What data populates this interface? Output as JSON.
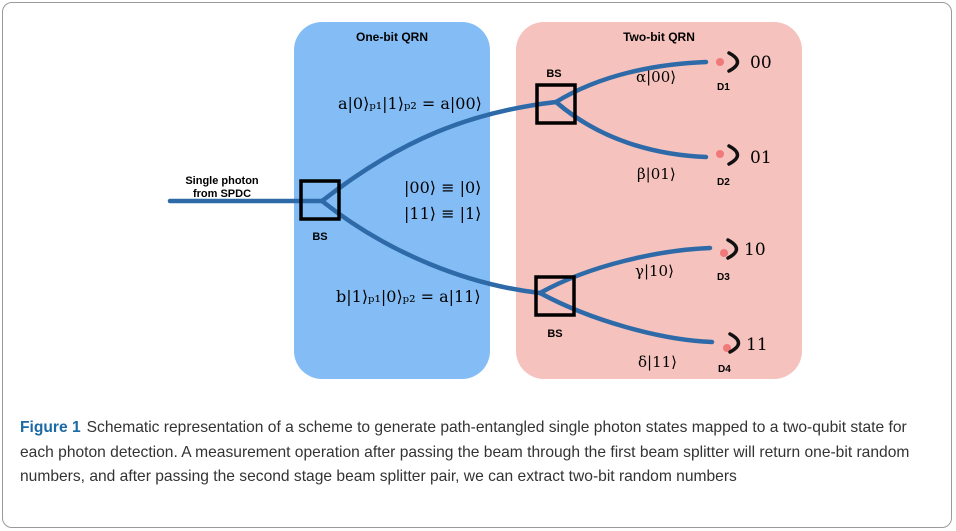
{
  "colors": {
    "blue_panel": "#84bdf5",
    "pink_panel": "#f5c2bd",
    "beam": "#2e6aa8",
    "detector": "#111111",
    "detector_dot": "#f07a7a",
    "caption_label": "#1b6aa5"
  },
  "panels": {
    "one_bit_title": "One-bit QRN",
    "two_bit_title": "Two-bit QRN"
  },
  "source": {
    "line1": "Single photon",
    "line2": "from SPDC"
  },
  "beam_splitters": [
    {
      "id": "bs1",
      "label": "BS"
    },
    {
      "id": "bs2",
      "label": "BS"
    },
    {
      "id": "bs3",
      "label": "BS"
    }
  ],
  "equations": {
    "upper": "a|0⟩ₚ₁|1⟩ₚ₂ = a|00⟩",
    "lower": "b|1⟩ₚ₁|0⟩ₚ₂ = a|11⟩",
    "equiv_00": "|00⟩ ≡ |0⟩",
    "equiv_11": "|11⟩ ≡ |1⟩"
  },
  "outputs": [
    {
      "amp": "α|00⟩",
      "detector": "D1",
      "bits": "00"
    },
    {
      "amp": "β|01⟩",
      "detector": "D2",
      "bits": "01"
    },
    {
      "amp": "γ|10⟩",
      "detector": "D3",
      "bits": "10"
    },
    {
      "amp": "δ|11⟩",
      "detector": "D4",
      "bits": "11"
    }
  ],
  "caption": {
    "label": "Figure 1",
    "text": "Schematic representation of a scheme to generate path-entangled single photon states mapped to a two-qubit state for each photon detection. A measurement operation after passing the beam through the first beam splitter will return one-bit random numbers, and after passing the second stage beam splitter pair, we can extract two-bit random numbers"
  }
}
